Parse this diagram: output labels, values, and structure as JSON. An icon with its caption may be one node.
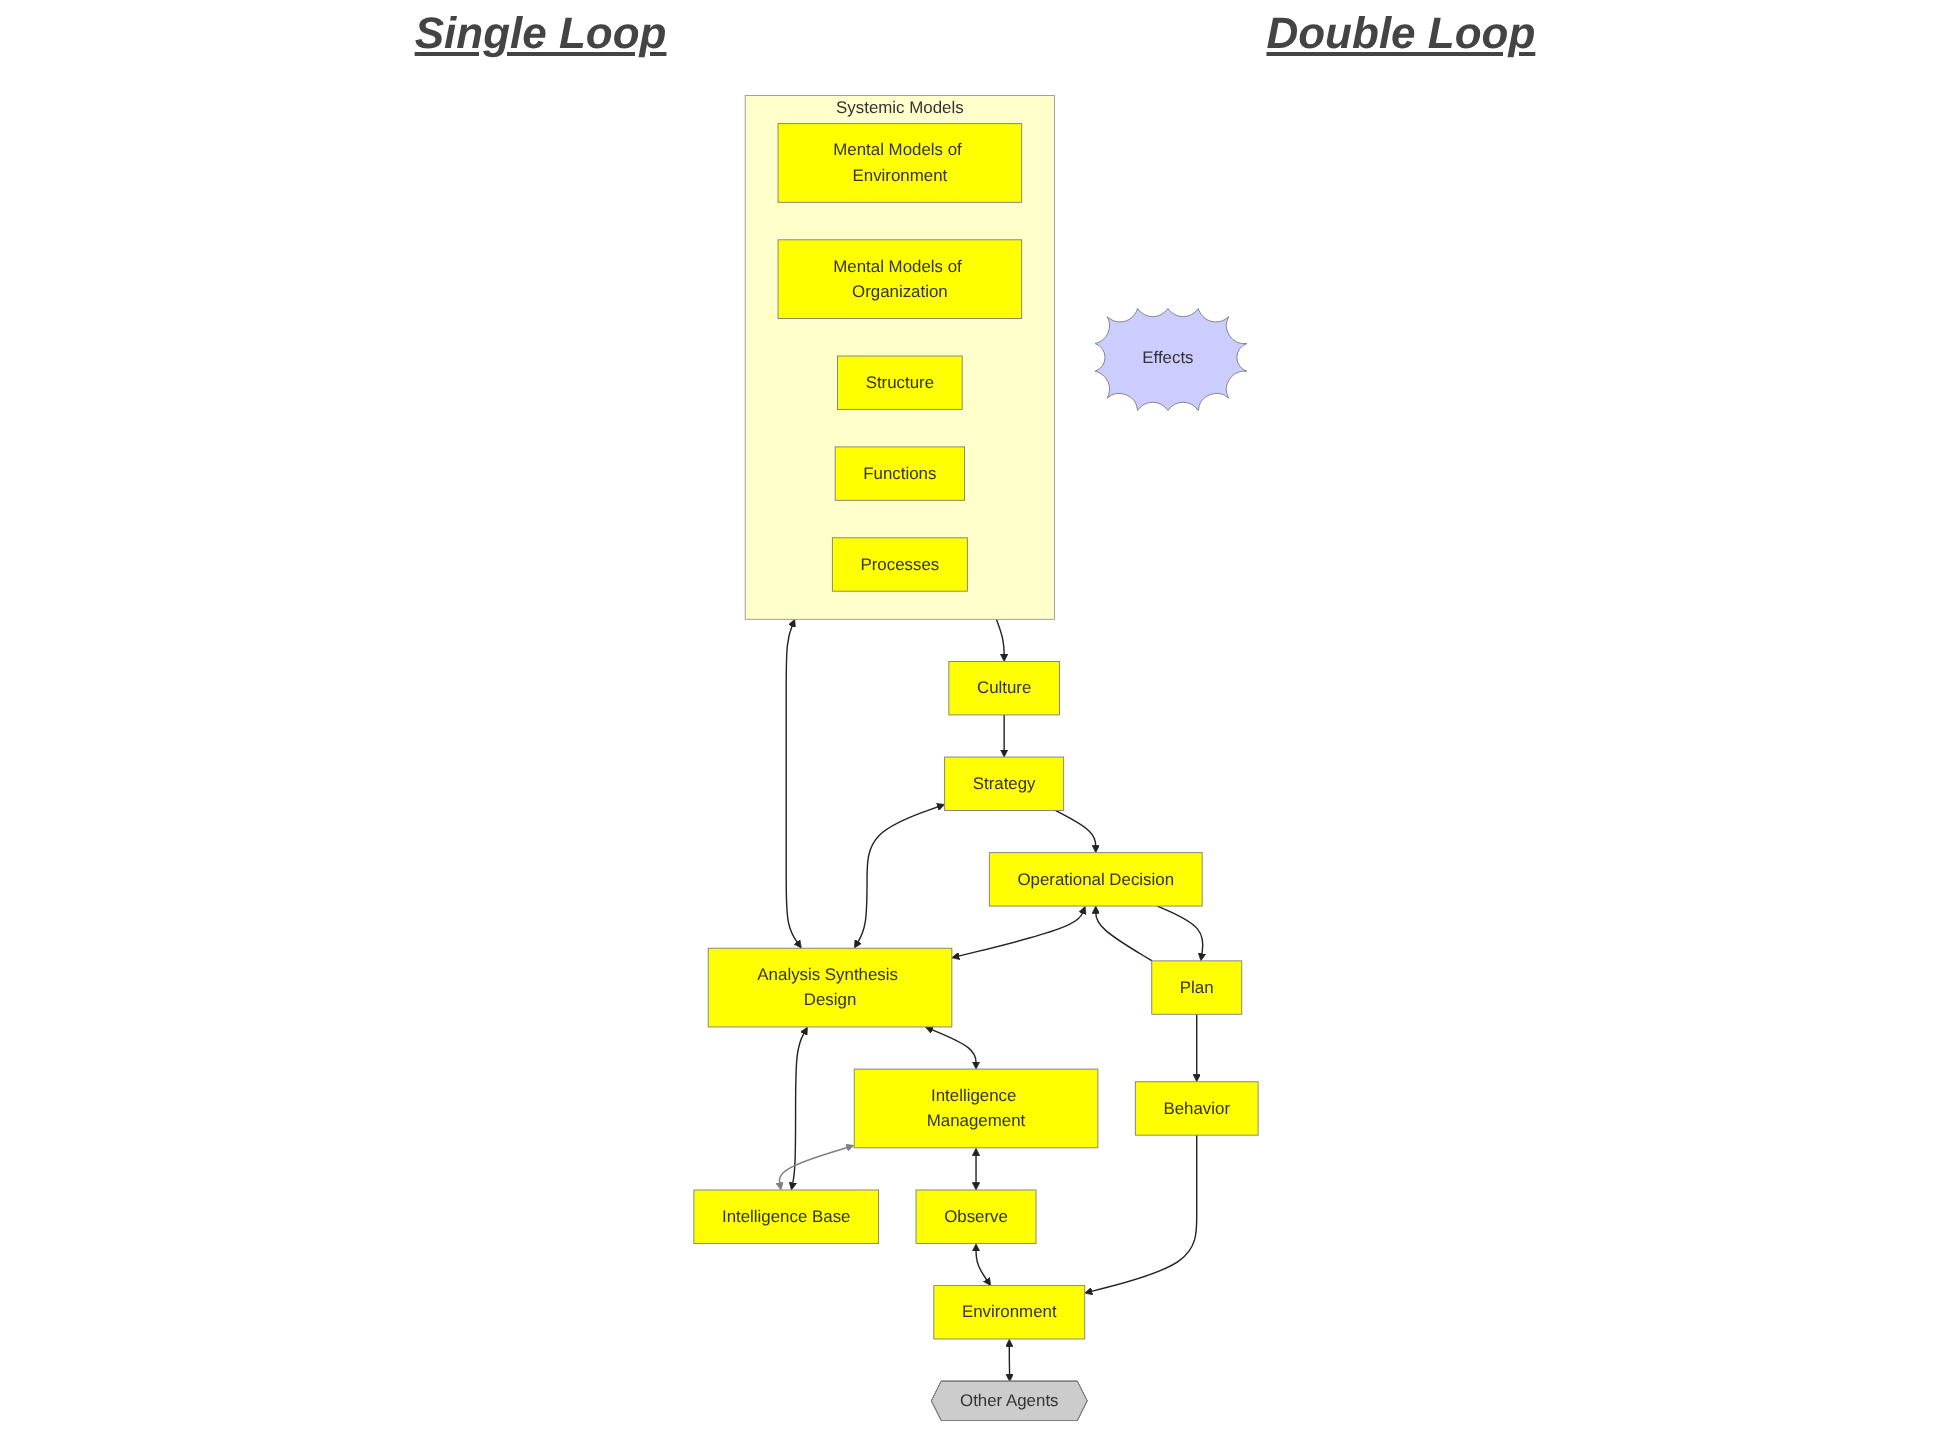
{
  "diagram": {
    "nodes": [
      {
        "text": [
          "Operational Decision"
        ]
      },
      {
        "text": [
          "Plan"
        ]
      },
      {
        "text": [
          "Behavior"
        ]
      },
      {
        "text": [
          "Intelligence Management"
        ]
      },
      {
        "text": [
          "Effects"
        ]
      },
      {
        "text": [
          "Environment"
        ]
      },
      {
        "text": [
          "Strategy"
        ]
      },
      {
        "text": [
          "Analysis Synthesis Design"
        ]
      },
      {
        "text": [
          "Intelligence Base"
        ]
      },
      {
        "text": [
          "Observe"
        ]
      },
      {
        "text": [
          "Other Agents"
        ]
      },
      {
        "text": [
          "Systemic Models"
        ]
      },
      {
        "text": [
          "Mental Models of Environment"
        ],
        "in": 11
      },
      {
        "text": [
          "Culture"
        ]
      },
      {
        "text": [
          "Mental Models of Organization"
        ],
        "in": 11
      },
      {
        "text": [
          "Structure"
        ],
        "in": 11
      },
      {
        "text": [
          "Functions"
        ],
        "in": 11
      },
      {
        "text": [
          "Processes"
        ],
        "in": 11
      }
    ],
    "edges": [
      {
        "from": 0,
        "to": 1,
        "arrow": "to"
      },
      {
        "from": 1,
        "to": 0,
        "arrow": "to"
      },
      {
        "from": 1,
        "to": 2,
        "arrow": "to"
      },
      {
        "from": 2,
        "to": 5,
        "arrow": "to"
      },
      {
        "from": 6,
        "to": 0,
        "arrow": "to"
      },
      {
        "from": 0,
        "to": 7,
        "arrow": "both"
      },
      {
        "from": 7,
        "to": 6,
        "arrow": "both"
      },
      {
        "from": 7,
        "to": 3,
        "arrow": "both"
      },
      {
        "from": 7,
        "to": 8,
        "arrow": "both"
      },
      {
        "from": 3,
        "to": 8,
        "arrow": "both",
        "color": "#808080"
      },
      {
        "from": 3,
        "to": 9,
        "arrow": "both"
      },
      {
        "from": 9,
        "to": 5,
        "arrow": "both"
      },
      {
        "from": 5,
        "to": 10,
        "arrow": "both"
      },
      {
        "from": 7,
        "to": 11,
        "arrow": "both"
      },
      {
        "from": 11,
        "to": 13,
        "arrow": "to"
      },
      {
        "from": 13,
        "to": 6,
        "arrow": "to"
      }
    ],
    "labels": [
      "Single Loop",
      "Double Loop"
    ]
  }
}
